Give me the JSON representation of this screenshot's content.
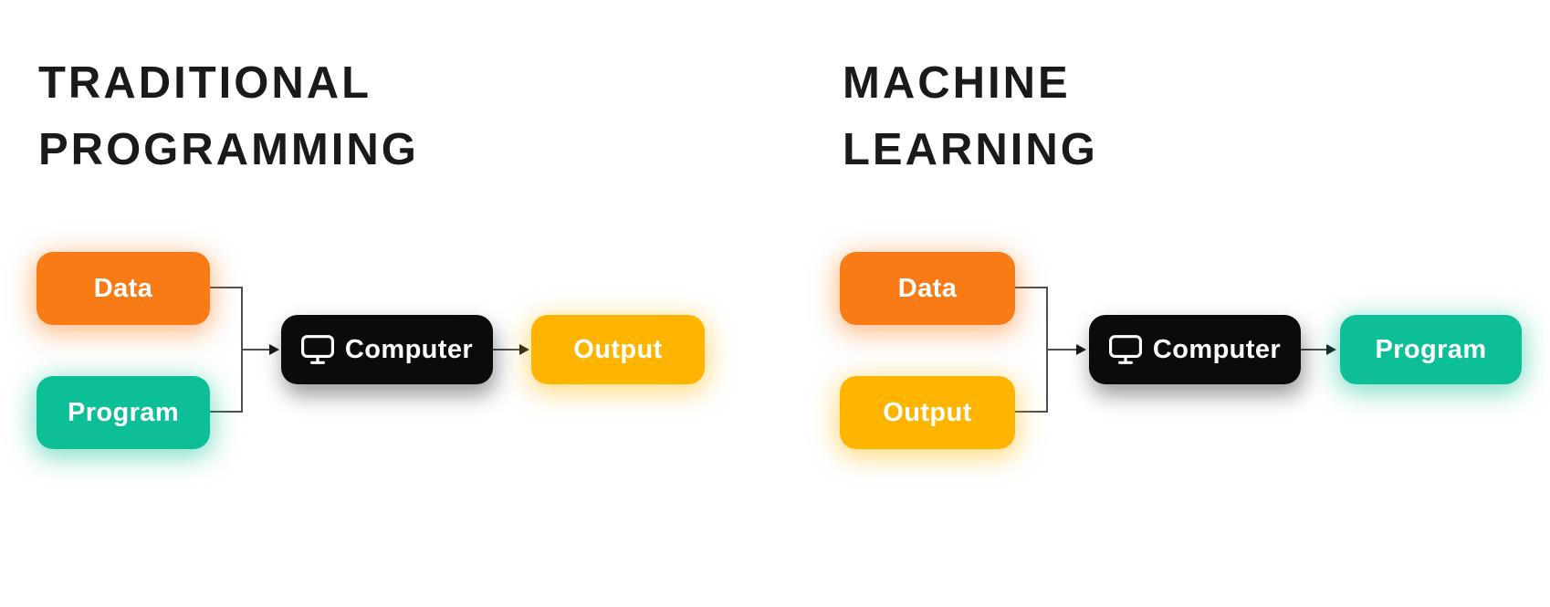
{
  "colors": {
    "background": "#FFFFFF",
    "title_text": "#1A1A1A",
    "orange": "#F97B16",
    "teal": "#0CBF97",
    "amber": "#FFB400",
    "black_box": "#0B0B0B",
    "box_text": "#FFFFFF",
    "connector": "#4F4F4F",
    "arrow": "#1A1A1A"
  },
  "panels": [
    {
      "title": [
        "TRADITIONAL",
        "PROGRAMMING"
      ],
      "inputs": [
        {
          "label": "Data",
          "color": "#F97B16"
        },
        {
          "label": "Program",
          "color": "#0CBF97"
        }
      ],
      "process": {
        "label": "Computer",
        "icon": "monitor-icon",
        "bg": "#0B0B0B"
      },
      "result": {
        "label": "Output",
        "color": "#FFB400"
      }
    },
    {
      "title": [
        "MACHINE",
        "LEARNING"
      ],
      "inputs": [
        {
          "label": "Data",
          "color": "#F97B16"
        },
        {
          "label": "Output",
          "color": "#FFB400"
        }
      ],
      "process": {
        "label": "Computer",
        "icon": "monitor-icon",
        "bg": "#0B0B0B"
      },
      "result": {
        "label": "Program",
        "color": "#0CBF97"
      }
    }
  ]
}
